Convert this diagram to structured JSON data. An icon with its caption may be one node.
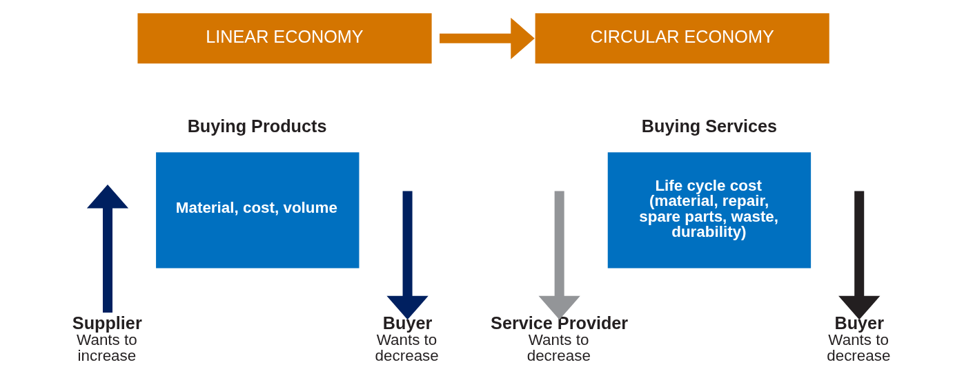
{
  "diagram": {
    "nodes": [
      {
        "text": [
          "LINEAR ECONOMY"
        ]
      },
      {
        "text": [
          "CIRCULAR ECONOMY"
        ]
      },
      {
        "text": [
          "Buying Products",
          "Material, cost, volume"
        ]
      },
      {
        "text": [
          "Supplier",
          "Wants to increase"
        ]
      },
      {
        "text": [
          "Buyer",
          "Wants to decrease"
        ]
      },
      {
        "text": [
          "Buying Services",
          "Life cycle cost (material, repair, spare parts, waste, durability)"
        ]
      },
      {
        "text": [
          "Service Provider",
          "Wants to decrease"
        ]
      },
      {
        "text": [
          "Buyer",
          "Wants to decrease"
        ]
      }
    ],
    "edges": [
      {
        "from": 0,
        "to": 1,
        "arrow": "to",
        "color": "#d47500"
      },
      {
        "from": 3,
        "to": null,
        "arrow": "to",
        "color": "#002060"
      },
      {
        "from": null,
        "to": 4,
        "arrow": "to",
        "color": "#002060"
      },
      {
        "from": null,
        "to": 6,
        "arrow": "to",
        "color": "#939598"
      },
      {
        "from": null,
        "to": 7,
        "arrow": "to",
        "color": "#231f20"
      }
    ]
  }
}
